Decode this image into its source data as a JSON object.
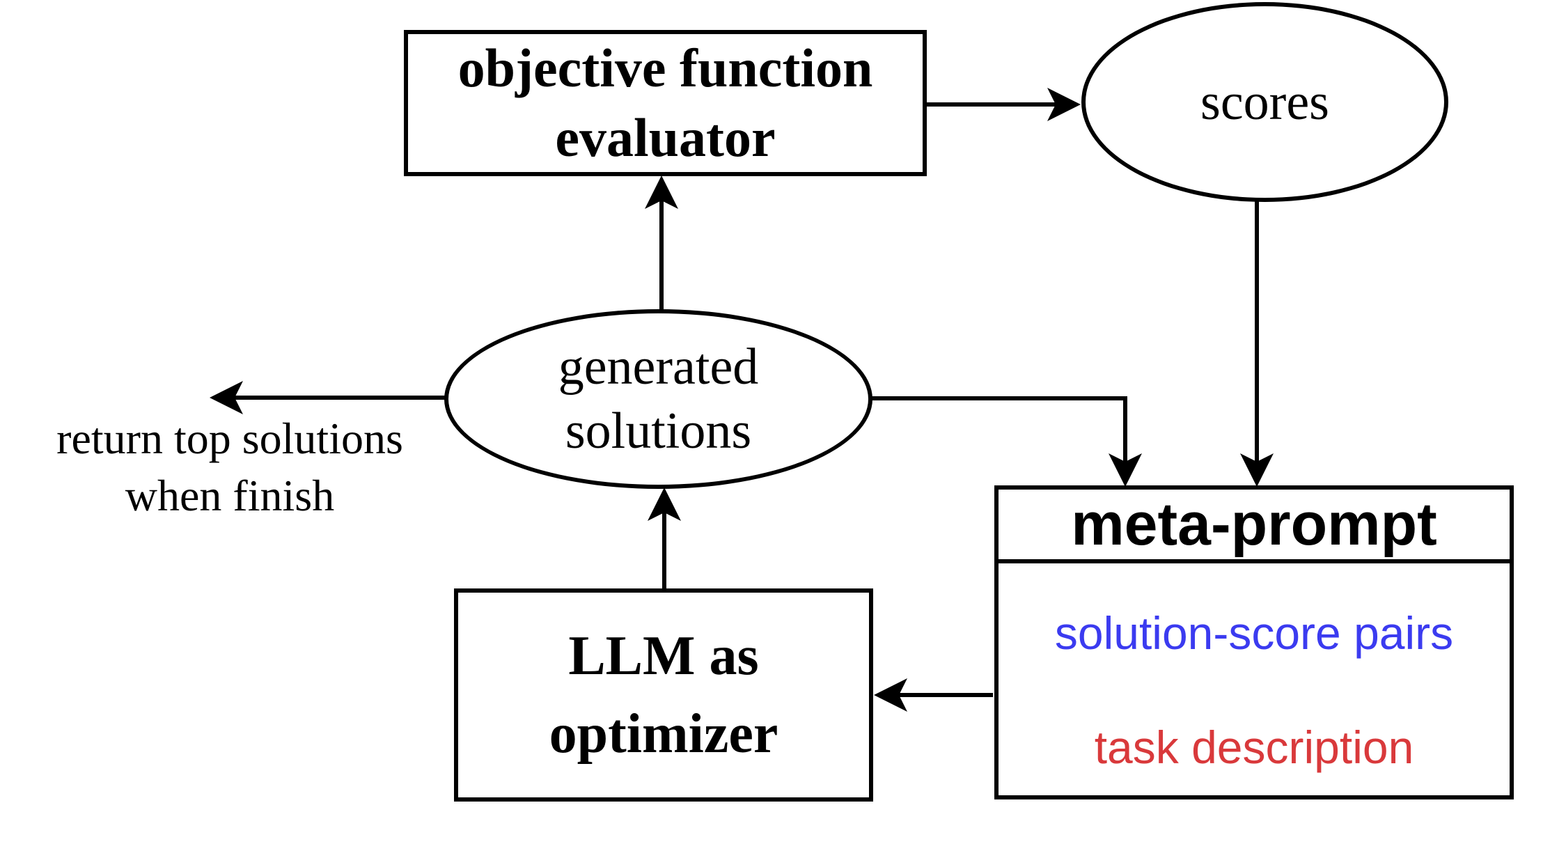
{
  "diagram": {
    "background_color": "#ffffff",
    "line_color": "#000000",
    "nodes": {
      "objective_function_evaluator": {
        "shape": "rect",
        "line1": "objective function",
        "line2": "evaluator"
      },
      "scores": {
        "shape": "ellipse",
        "label": "scores"
      },
      "generated_solutions": {
        "shape": "ellipse",
        "line1": "generated",
        "line2": "solutions"
      },
      "llm_as_optimizer": {
        "shape": "rect",
        "line1": "LLM as",
        "line2": "optimizer"
      },
      "meta_prompt": {
        "shape": "rect",
        "title": "meta-prompt",
        "solution_score_pairs": {
          "label": "solution-score pairs",
          "color": "#3b3bf0"
        },
        "task_description": {
          "label": "task description",
          "color": "#d9393b"
        }
      },
      "return_note": {
        "shape": "text",
        "line1": "return top solutions",
        "line2": "when finish"
      }
    },
    "edges": [
      {
        "from": "objective_function_evaluator",
        "to": "scores"
      },
      {
        "from": "scores",
        "to": "meta_prompt"
      },
      {
        "from": "generated_solutions",
        "to": "objective_function_evaluator"
      },
      {
        "from": "generated_solutions",
        "to": "return_note"
      },
      {
        "from": "generated_solutions",
        "to": "meta_prompt"
      },
      {
        "from": "meta_prompt",
        "to": "llm_as_optimizer"
      },
      {
        "from": "llm_as_optimizer",
        "to": "generated_solutions"
      }
    ]
  }
}
